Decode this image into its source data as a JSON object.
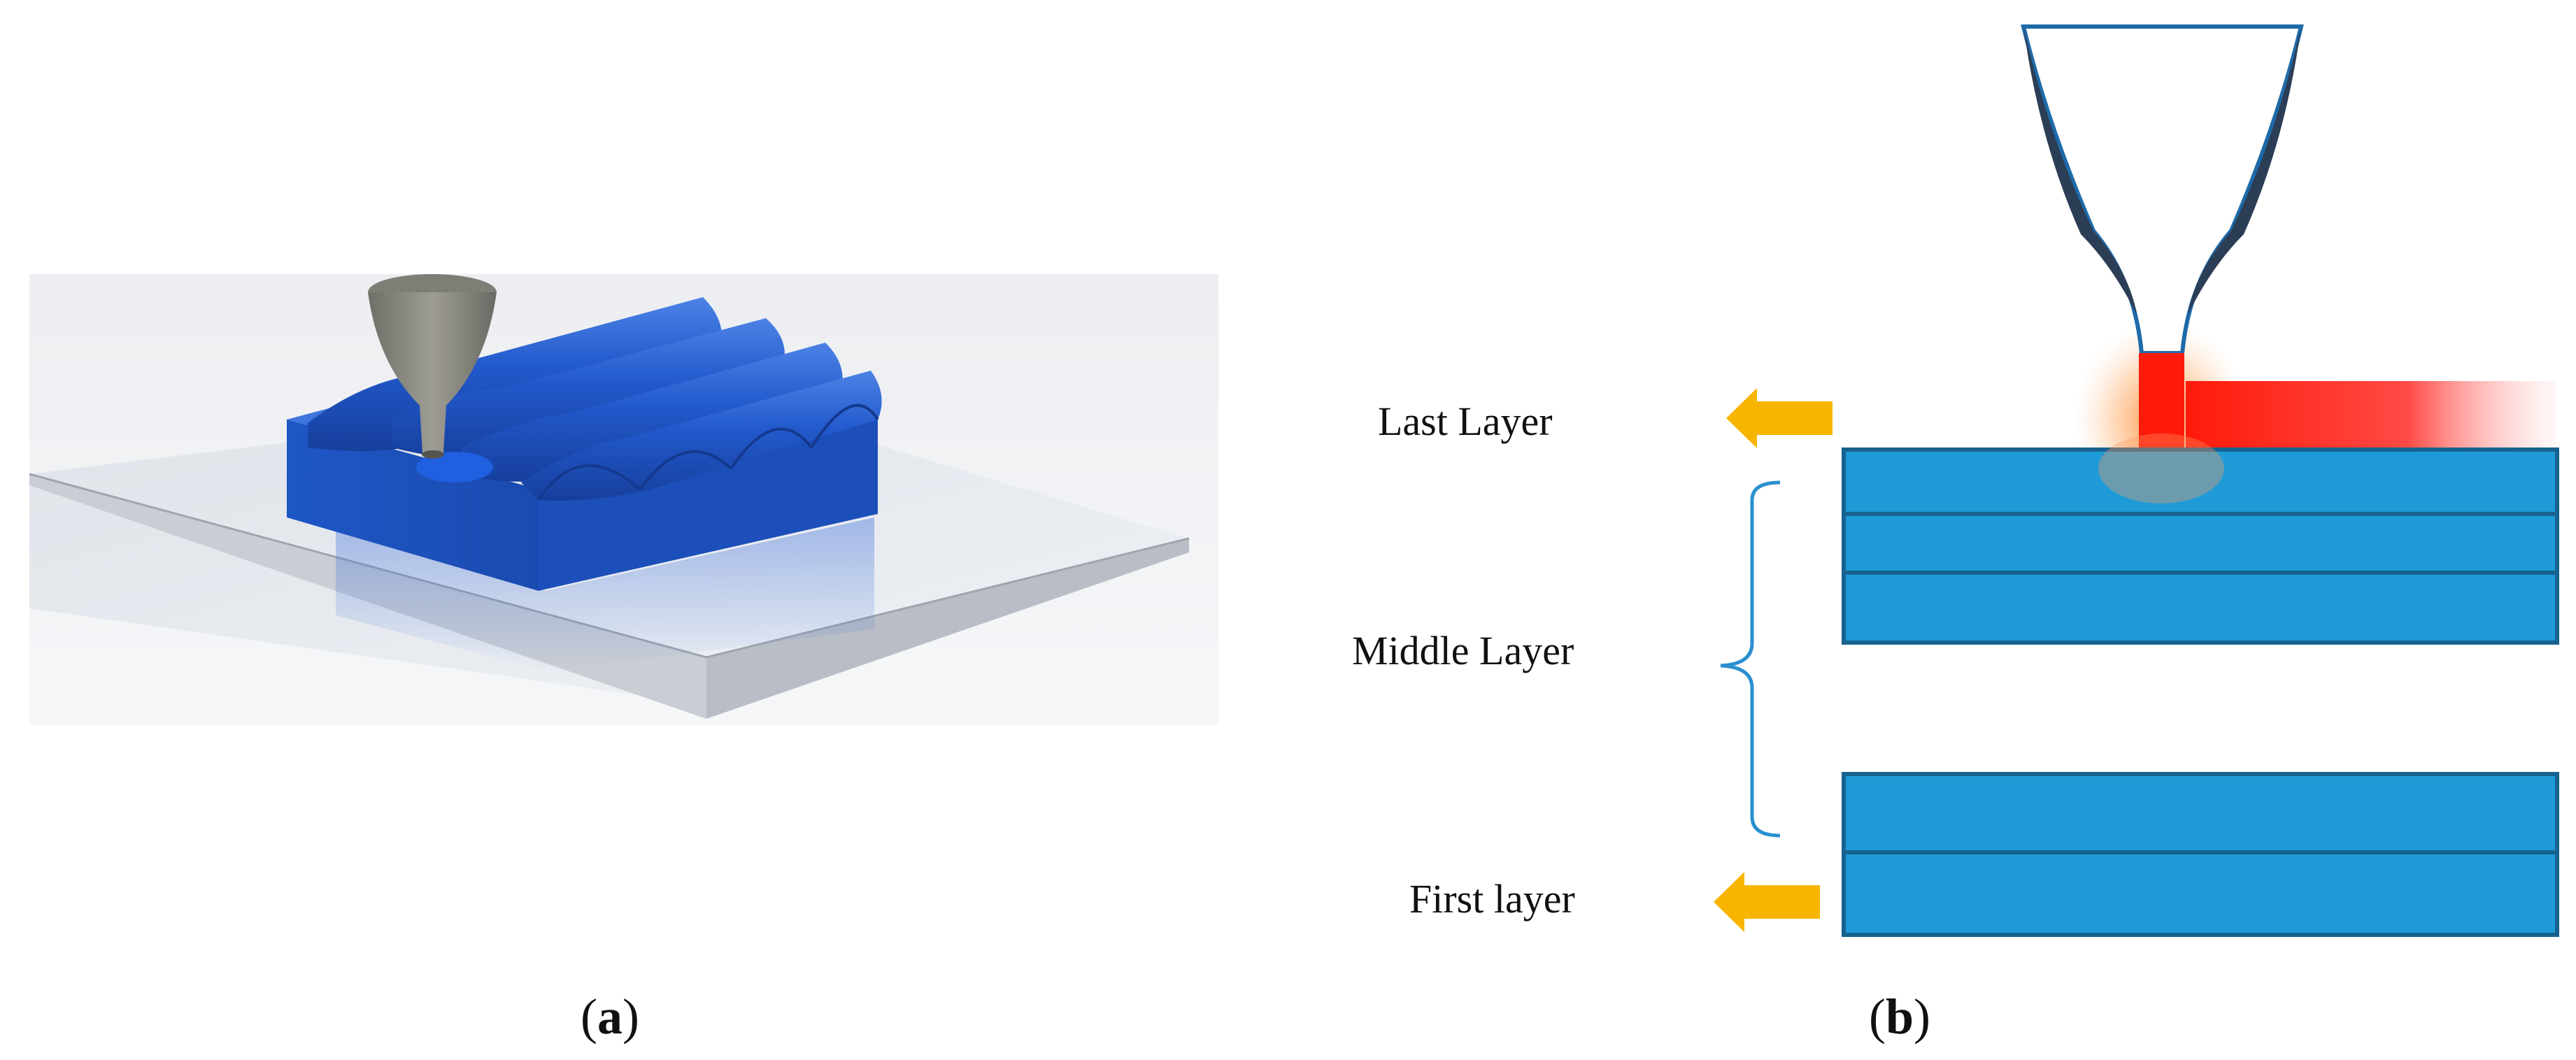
{
  "panel_a": {
    "caption_open": "(",
    "caption_letter": "a",
    "caption_close": ")"
  },
  "panel_b": {
    "labels": {
      "last_layer": "Last Layer",
      "middle_layer": "Middle Layer",
      "first_layer": "First layer"
    },
    "caption_open": "(",
    "caption_letter": "b",
    "caption_close": ")"
  },
  "colors": {
    "layer_fill": "#1e9bd7",
    "layer_stroke": "#17628e",
    "arrow": "#f7b500",
    "melt": "#ff1a0a",
    "bead_blue": "#1f56c6",
    "plate": "#e6e9ef",
    "nozzle_dark": "#2a3a52",
    "nozzle_gray": "#8b8a82",
    "bracket": "#2a8fd0"
  },
  "icons": {
    "arrow": "left-arrow-icon",
    "nozzle": "nozzle-icon",
    "bracket": "curly-brace-icon"
  }
}
